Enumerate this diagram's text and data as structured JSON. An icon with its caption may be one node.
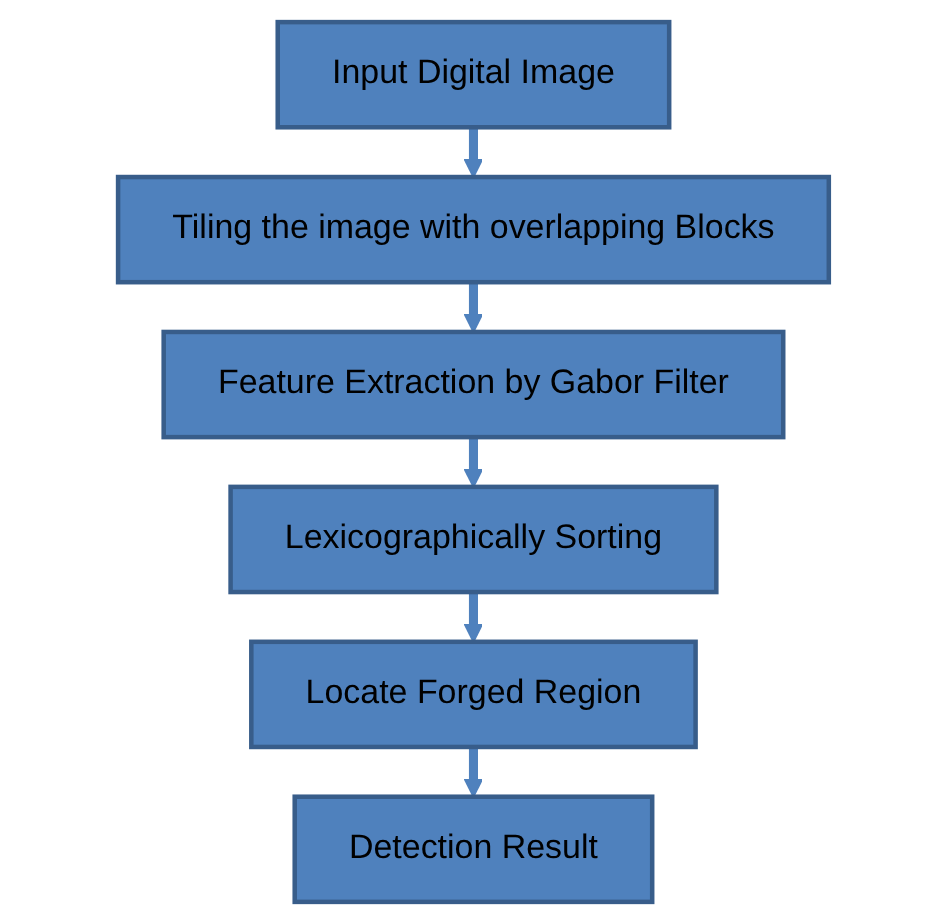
{
  "diagram": {
    "nodes": [
      {
        "text": [
          "Input Digital Image"
        ]
      },
      {
        "text": [
          "Tiling the image with overlapping Blocks"
        ]
      },
      {
        "text": [
          "Feature Extraction by Gabor Filter"
        ]
      },
      {
        "text": [
          "Lexicographically Sorting"
        ]
      },
      {
        "text": [
          "Locate Forged Region"
        ]
      },
      {
        "text": [
          "Detection Result"
        ]
      }
    ],
    "edges": [
      {
        "from": 0,
        "to": 1,
        "arrow": "to"
      },
      {
        "from": 1,
        "to": 2,
        "arrow": "to"
      },
      {
        "from": 2,
        "to": 3,
        "arrow": "to"
      },
      {
        "from": 3,
        "to": 4,
        "arrow": "to"
      },
      {
        "from": 4,
        "to": 5,
        "arrow": "to"
      }
    ]
  }
}
